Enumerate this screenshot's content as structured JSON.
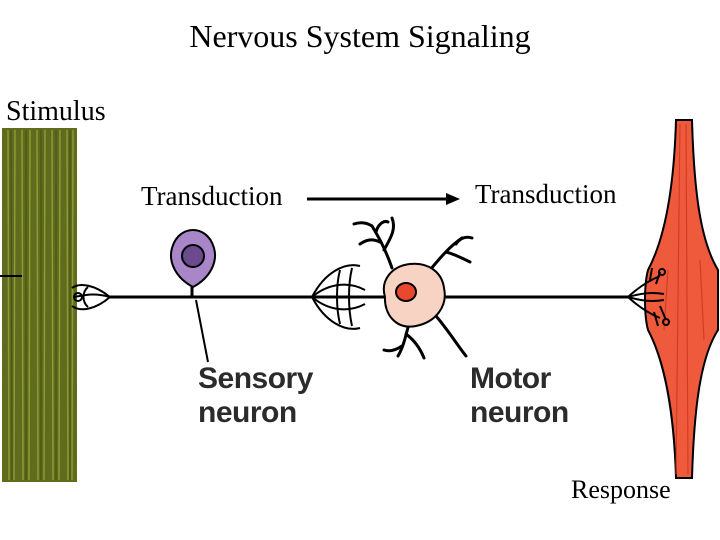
{
  "title": "Nervous System Signaling",
  "labels": {
    "stimulus": "Stimulus",
    "transduction_left": "Transduction",
    "transduction_right": "Transduction",
    "response": "Response",
    "sensory_neuron": [
      "Sensory",
      "neuron"
    ],
    "motor_neuron": [
      "Motor",
      "neuron"
    ]
  },
  "colors": {
    "muscle_tissue": "#5f6b1d",
    "sensory_cell": "#a886c8",
    "sensory_nucleus": "#6b4a8e",
    "motor_cell": "#f7d3c4",
    "motor_nucleus": "#e8482b",
    "effector_muscle": "#f05a3c",
    "axon": "#000000"
  }
}
